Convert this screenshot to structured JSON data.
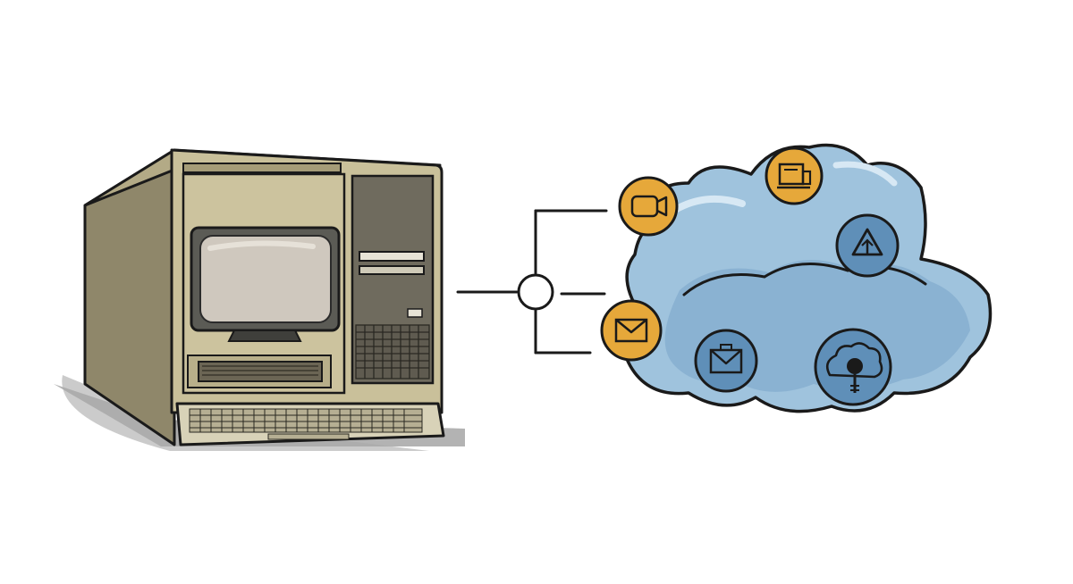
{
  "scene": {
    "background_color": "#ffffff",
    "computer": {
      "kind": "retro-desktop-computer",
      "case_color": "#c9c09a",
      "case_side_color": "#8f876a",
      "screen_color": "#cfc8be",
      "keyboard_color": "#d8d2b8"
    },
    "connector": {
      "kind": "branching-line-with-node",
      "branches": 3
    },
    "cloud": {
      "kind": "cloud",
      "fill_color": "#9fc3dd",
      "shade_color": "#6f9fc4",
      "outline_color": "#1a1a1a"
    },
    "icons": [
      {
        "name": "video-camera-icon",
        "style": "orange",
        "color": "#e6a83a"
      },
      {
        "name": "envelope-icon",
        "style": "orange",
        "color": "#e6a83a"
      },
      {
        "name": "monitor-icon",
        "style": "orange",
        "color": "#e6a83a"
      },
      {
        "name": "upload-triangle-icon",
        "style": "blue",
        "color": "#5f8fb8"
      },
      {
        "name": "envelope-icon",
        "style": "blue",
        "color": "#5f8fb8"
      },
      {
        "name": "cloud-lightbulb-icon",
        "style": "blue",
        "color": "#5f8fb8"
      }
    ]
  }
}
